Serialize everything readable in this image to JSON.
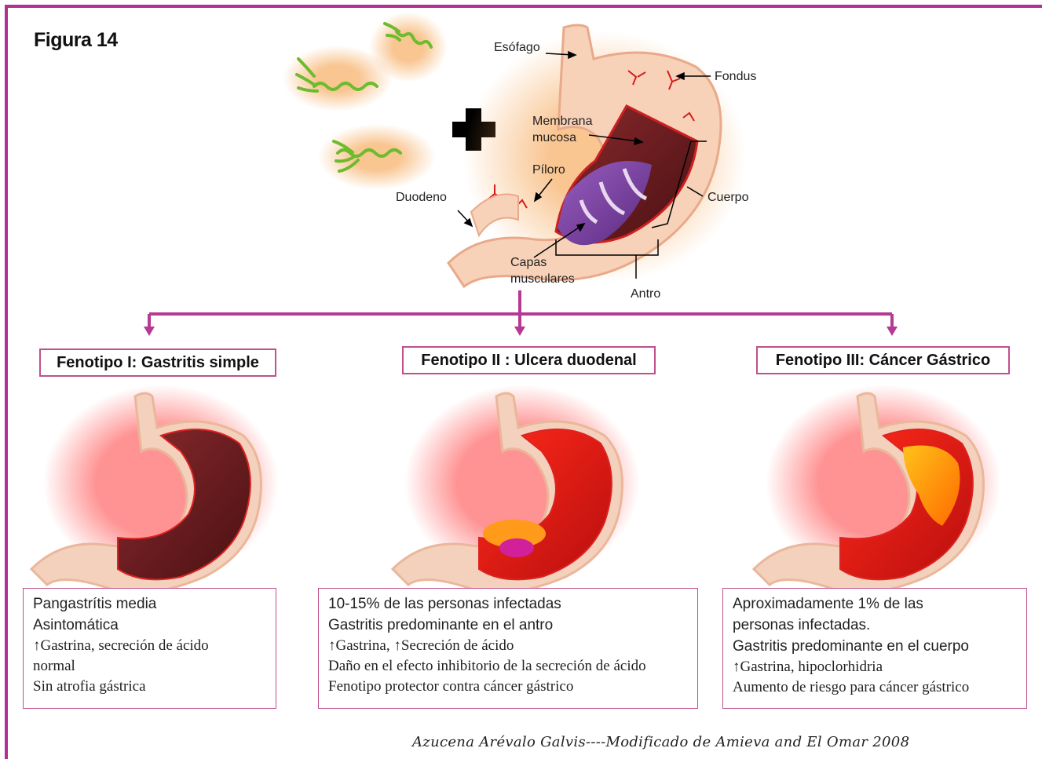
{
  "title": "Figura 14",
  "anatomy_labels": {
    "esofago": "Esófago",
    "fondus": "Fondus",
    "membrana_1": "Membrana",
    "membrana_2": "mucosa",
    "piloro": "Píloro",
    "duodeno": "Duodeno",
    "cuerpo": "Cuerpo",
    "capas_1": "Capas",
    "capas_2": "musculares",
    "antro": "Antro"
  },
  "phenotypes": [
    {
      "title": "Fenotipo I: Gastritis simple",
      "lines": [
        "Pangastrítis media",
        "Asintomática",
        "↑Gastrina, secreción de ácido",
        "normal",
        "Sin atrofia gástrica"
      ]
    },
    {
      "title": "Fenotipo II : Ulcera duodenal",
      "lines": [
        "10-15% de las personas infectadas",
        "Gastritis predominante en el antro",
        "↑Gastrina, ↑Secreción de ácido",
        "Daño en el efecto inhibitorio de la secreción de ácido",
        "Fenotipo protector contra cáncer gástrico"
      ]
    },
    {
      "title": "Fenotipo III: Cáncer Gástrico",
      "lines": [
        "Aproximadamente 1% de las",
        "personas infectadas.",
        "Gastritis predominante en el cuerpo",
        "↑Gastrina,  hipoclorhidria",
        "Aumento de riesgo para cáncer gástrico"
      ]
    }
  ],
  "credit": "Azucena Arévalo Galvis----Modificado  de Amieva and El Omar   2008",
  "colors": {
    "frame": "#b0318f",
    "arrow": "#b43a93",
    "box_border": "#c0508c",
    "bacteria": "#7cc23a",
    "stomach_wall": "#f7c7a8"
  }
}
